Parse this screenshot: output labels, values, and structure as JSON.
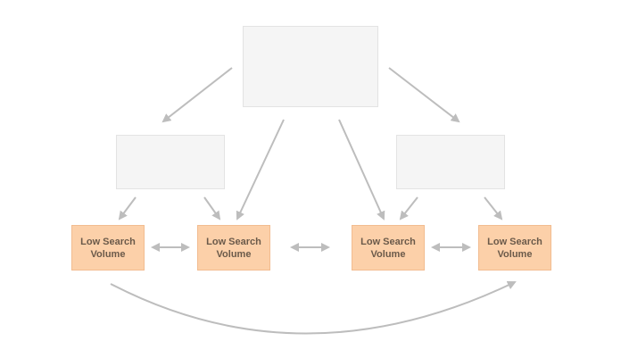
{
  "diagram": {
    "colors": {
      "arrow": "#bdbdbd",
      "empty_box_fill": "#f5f5f5",
      "topic_box_fill": "#fcd0a9",
      "topic_text": "#6b5a4a"
    },
    "low_search_boxes": [
      {
        "label": "Low Search\nVolume"
      },
      {
        "label": "Low Search\nVolume"
      },
      {
        "label": "Low Search\nVolume"
      },
      {
        "label": "Low Search\nVolume"
      }
    ]
  }
}
